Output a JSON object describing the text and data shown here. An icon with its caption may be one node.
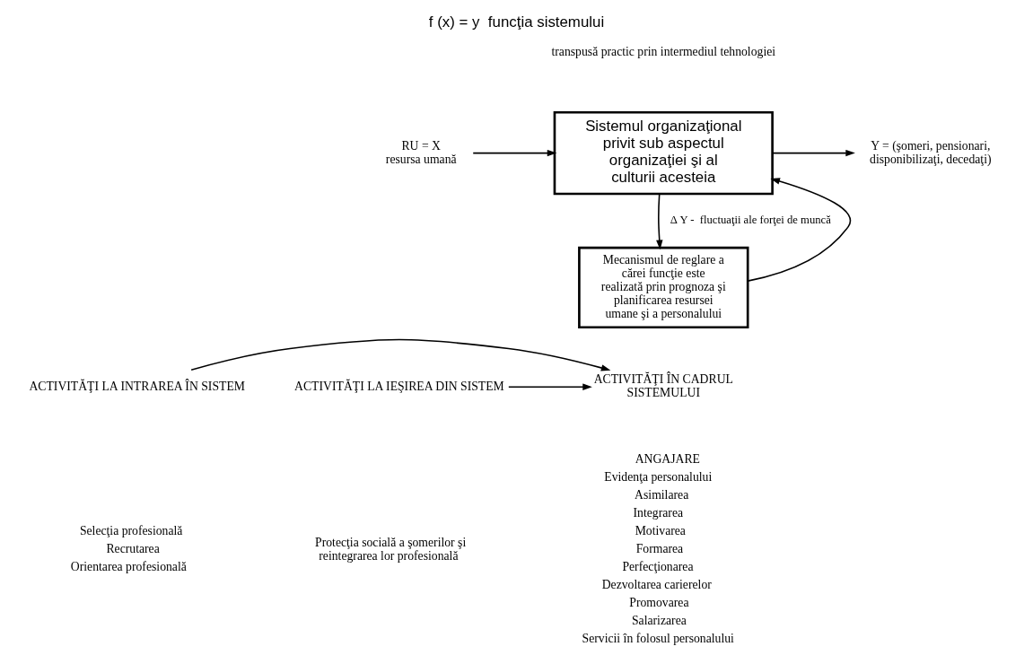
{
  "diagram": {
    "title": "f (x) = y  funcţia sistemului",
    "nodes": [
      {
        "text": [
          "RU = X",
          "resursa umană"
        ]
      },
      {
        "text": [
          "Sistemul organizaţional privit sub aspectul organizaţiei şi al culturii acesteia"
        ]
      },
      {
        "text": [
          "Y = (şomeri, pensionari, disponibilizaţi, decedaţi)"
        ]
      },
      {
        "text": [
          "Mecanismul de reglare a cărei funcţie este realizată prin prognoza şi planificarea resursei umane şi a personalului"
        ]
      },
      {
        "text": [
          "ACTIVITĂŢI LA INTRAREA ÎN SISTEM"
        ]
      },
      {
        "text": [
          "ACTIVITĂŢI ÎN CADRUL SISTEMULUI"
        ]
      },
      {
        "text": [
          "ACTIVITĂŢI LA IEŞIREA DIN SISTEM"
        ]
      }
    ],
    "edges": [
      {
        "from": 0,
        "to": 1,
        "arrow": "to"
      },
      {
        "from": 1,
        "to": 2,
        "arrow": "to"
      },
      {
        "from": 1,
        "to": 3,
        "arrow": "to",
        "label": "Δ Y -  fluctuaţii ale forţei de muncă"
      },
      {
        "from": 3,
        "to": 1,
        "arrow": "to"
      },
      {
        "from": 4,
        "to": 5,
        "arrow": "to"
      },
      {
        "from": 6,
        "to": 5,
        "arrow": "to"
      }
    ],
    "labels": [
      "transpusă practic prin intermediul tehnologiei",
      "Selecţia profesională",
      "Recrutarea",
      "Orientarea profesională",
      "ANGAJARE",
      "Evidenţa personalului",
      "Asimilarea",
      "Integrarea",
      "Motivarea",
      "Formarea",
      "Perfecţionarea",
      "Dezvoltarea carierelor",
      "Promovarea",
      "Salarizarea",
      "Servicii în folosul personalului",
      "Protecţia socială a şomerilor şi reintegrarea lor profesională"
    ]
  }
}
